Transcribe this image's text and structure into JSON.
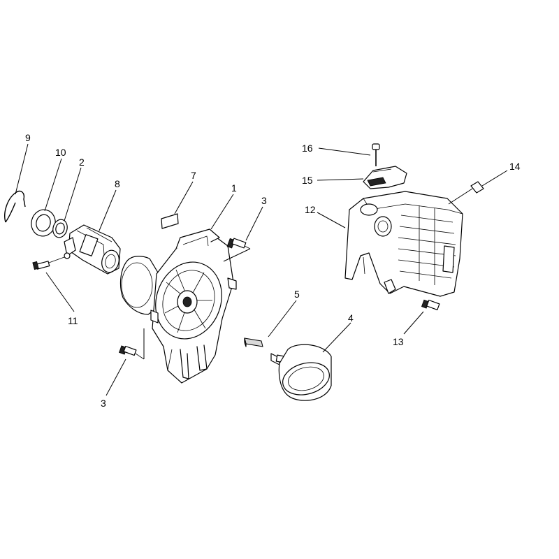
{
  "callouts": [
    {
      "id": "9",
      "label": "9"
    },
    {
      "id": "10",
      "label": "10"
    },
    {
      "id": "2",
      "label": "2"
    },
    {
      "id": "8",
      "label": "8"
    },
    {
      "id": "7",
      "label": "7"
    },
    {
      "id": "1",
      "label": "1"
    },
    {
      "id": "3a",
      "label": "3"
    },
    {
      "id": "3b",
      "label": "3"
    },
    {
      "id": "11",
      "label": "11"
    },
    {
      "id": "5",
      "label": "5"
    },
    {
      "id": "4",
      "label": "4"
    },
    {
      "id": "16",
      "label": "16"
    },
    {
      "id": "15",
      "label": "15"
    },
    {
      "id": "14",
      "label": "14"
    },
    {
      "id": "12",
      "label": "12"
    },
    {
      "id": "13",
      "label": "13"
    }
  ]
}
